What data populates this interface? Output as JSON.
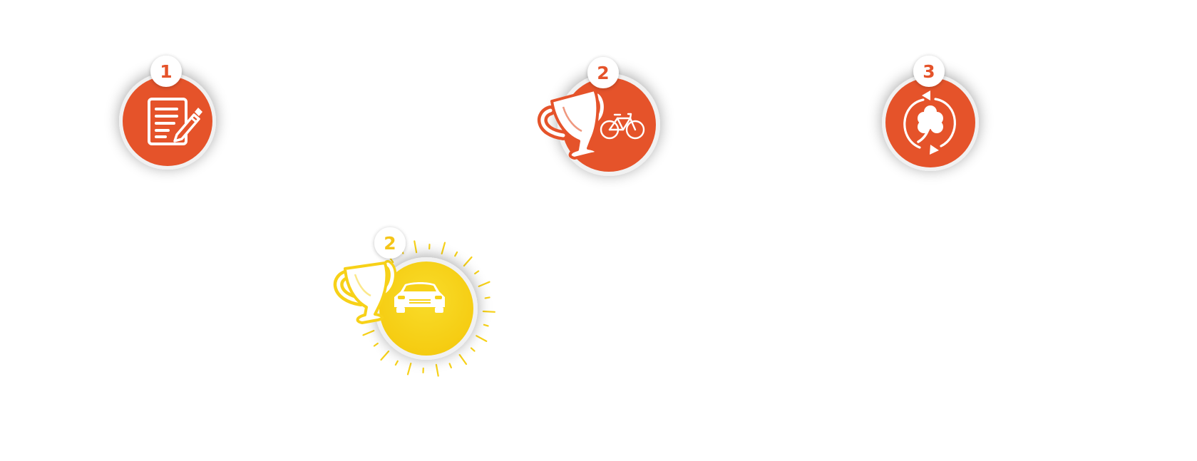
{
  "steps": [
    {
      "number": "1",
      "icon": "document-pencil-icon",
      "color": "#e5532a"
    },
    {
      "number": "2",
      "icon": "trophy-bicycle-icon",
      "color": "#e5532a"
    },
    {
      "number": "3",
      "icon": "clover-cycle-icon",
      "color": "#e5532a"
    },
    {
      "number": "2",
      "icon": "trophy-car-icon",
      "color": "#f7d118"
    }
  ],
  "colors": {
    "accent_orange": "#e5532a",
    "accent_yellow": "#f7d118",
    "ring": "#f1f1f1",
    "icon": "#ffffff"
  }
}
